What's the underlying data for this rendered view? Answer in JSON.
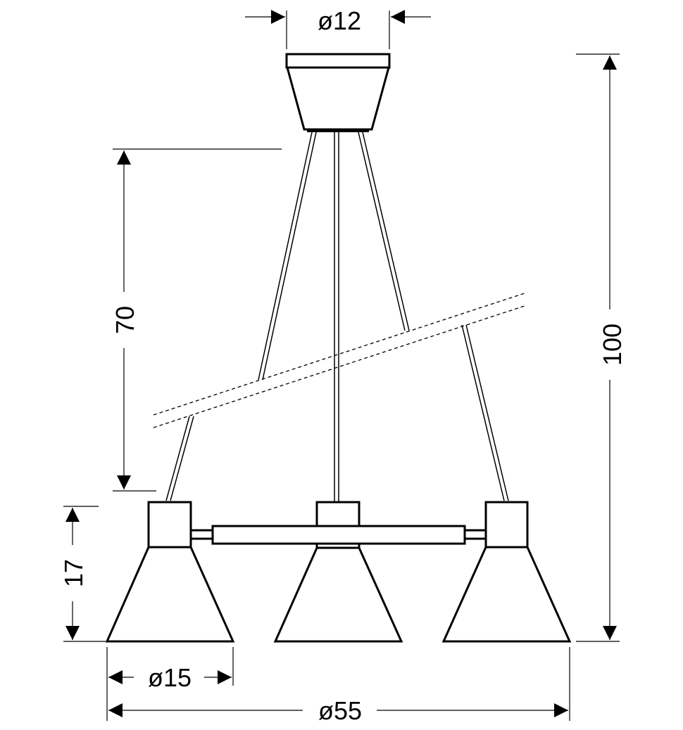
{
  "title": "Pendant lamp dimension drawing",
  "dimensions": {
    "canopy_diameter": "ø12",
    "total_height": "100",
    "cable_length": "70",
    "shade_height": "17",
    "shade_diameter": "ø15",
    "total_diameter": "ø55"
  },
  "colors": {
    "line": "#000000",
    "background": "#ffffff"
  }
}
